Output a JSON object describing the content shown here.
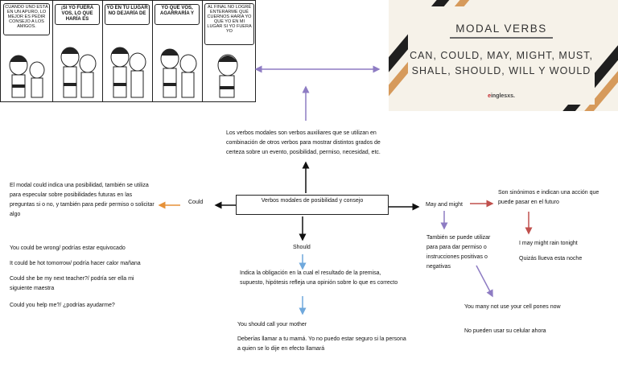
{
  "comic": {
    "bubbles": [
      "CUANDO UNO ESTÁ EN UN APURO, LO MEJOR ES PEDIR CONSEJO A LOS AMIGOS.",
      "¡SI YO FUERA VOS, LO QUE HARÍA ES",
      "YO EN TU LUGAR NO DEJARÍA DE",
      "YO QUE VOS, AGARRARÍA Y",
      "AL FINAL NO LOGRÉ ENTERARME QUÉ CUERNOS HARÍA YO QUE YO EN MI LUGAR SI YO FUERA YO"
    ]
  },
  "banner": {
    "title": "MODAL VERBS",
    "subtitle_line1": "CAN, COULD, MAY, MIGHT, MUST,",
    "subtitle_line2": "SHALL, SHOULD, WILL Y WOULD",
    "brand_mark": "e",
    "brand_text": "inglesxs."
  },
  "diagram": {
    "center": "Verbos modales de posibilidad y consejo",
    "intro": "Los verbos modales son verbos auxiliares que se utilizan en combinación de otros verbos para mostrar distintos grados de certeza sobre un evento, posibilidad, permiso, necesidad, etc.",
    "could": {
      "label": "Could",
      "desc": "El modal could indica una posibilidad, también se utiliza para especular sobre posibilidades futuras en las preguntas si o no, y también para pedir permiso o solicitar algo",
      "examples": [
        "You could be wrong/ podrías estar equivocado",
        "It could be hot tomorrow/ podría hacer calor mañana",
        "Could she be my next teacher?/ podría ser ella mi siguiente maestra",
        "Could you help me?/ ¿podrías ayudarme?"
      ]
    },
    "should": {
      "label": "Should",
      "desc": "Indica la obligación en la cual el resultado de la premisa, supuesto, hipótesis refleja una opinión sobre lo que es correcto",
      "example": "You should call your mother",
      "translation": "Deberías llamar a tu mamá. Yo no puedo estar seguro si la persona a quien se lo dije en efecto llamará"
    },
    "may_might": {
      "label": "May and might",
      "synonyms": "Son sinónimos e indican una acción que puede pasar en el futuro",
      "ex1": "I may might rain tonight",
      "ex2": "Quizás llueva esta noche",
      "permission": "También se puede utilizar para para dar permiso o instrucciones positivas o negativas",
      "ex3": "You many not use your cell pones now",
      "ex4": "No pueden usar su celular ahora"
    }
  }
}
